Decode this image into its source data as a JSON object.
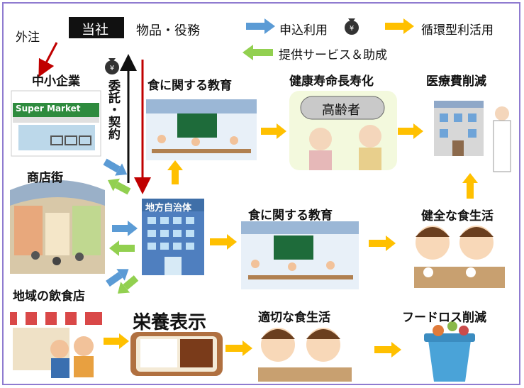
{
  "labels": {
    "company": "当社",
    "goods_services": "物品・役務",
    "outsourcing": "外注",
    "sme": "中小企業",
    "entrust_contract": "委託・契約",
    "shopping_street": "商店街",
    "local_restaurants": "地域の飲食店",
    "local_government": "地方自治体",
    "food_education_top": "食に関する教育",
    "food_education_mid": "食に関する教育",
    "healthy_longevity": "健康寿命長寿化",
    "elderly": "高齢者",
    "medical_cost_reduction": "医療費削減",
    "healthy_diet": "健全な食生活",
    "nutrition_label": "栄養表示",
    "proper_diet": "適切な食生活",
    "food_loss_reduction": "フードロス削減",
    "supermarket_sign": "Super Market"
  },
  "legend": {
    "apply_use": "申込利用",
    "circular_use": "循環型利活用",
    "services_support": "提供サービス＆助成"
  },
  "colors": {
    "blue_arrow": "#5b9bd5",
    "yellow_arrow": "#ffc000",
    "green_arrow": "#92d050",
    "red_arrow": "#c00000",
    "frame": "#8f7bd0"
  },
  "icons": {
    "money_bag": "money-bag-yen-icon"
  }
}
